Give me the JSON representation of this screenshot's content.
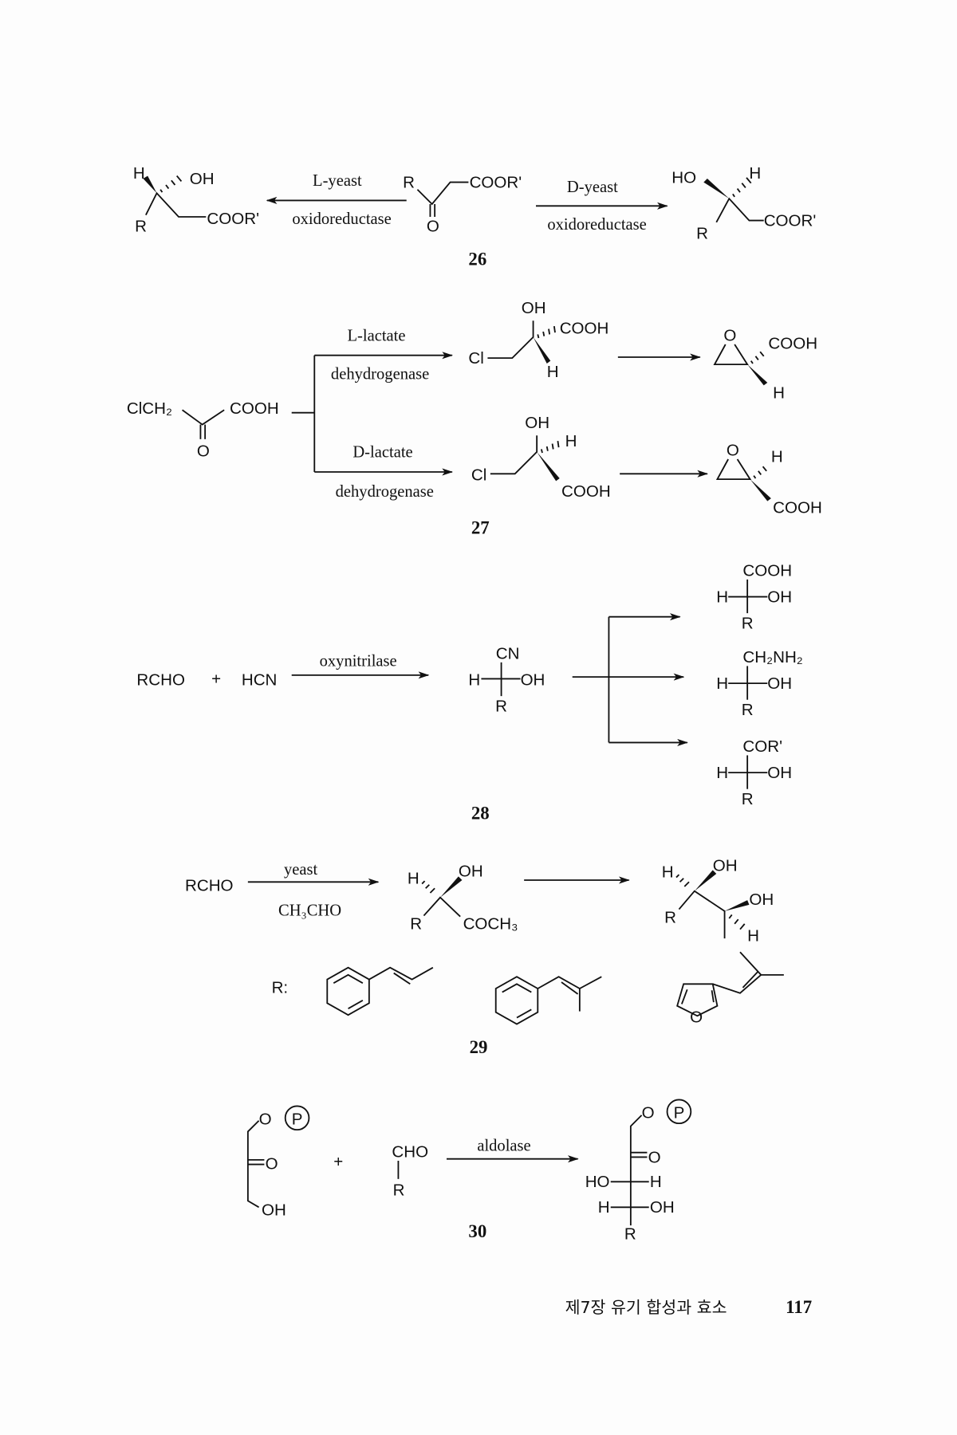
{
  "scheme26": {
    "left_product": {
      "h": "H",
      "oh": "OH",
      "r": "R",
      "coor": "COOR'"
    },
    "left_arrow": {
      "top": "L-yeast",
      "bottom": "oxidoreductase"
    },
    "substrate": {
      "r": "R",
      "coor": "COOR'",
      "o": "O"
    },
    "right_arrow": {
      "top": "D-yeast",
      "bottom": "oxidoreductase"
    },
    "right_product": {
      "ho": "HO",
      "h": "H",
      "r": "R",
      "coor": "COOR'"
    },
    "number": "26"
  },
  "scheme27": {
    "substrate": {
      "clch2": "ClCH₂",
      "cooh": "COOH",
      "o": "O"
    },
    "upper_arrow": {
      "top": "L-lactate",
      "bottom": "dehydrogenase"
    },
    "lower_arrow": {
      "top": "D-lactate",
      "bottom": "dehydrogenase"
    },
    "upper_product": {
      "cl": "Cl",
      "oh": "OH",
      "cooh": "COOH",
      "h": "H"
    },
    "lower_product": {
      "cl": "Cl",
      "oh": "OH",
      "h": "H",
      "cooh": "COOH"
    },
    "upper_epoxide": {
      "o": "O",
      "cooh": "COOH",
      "h": "H"
    },
    "lower_epoxide": {
      "o": "O",
      "h": "H",
      "cooh": "COOH"
    },
    "number": "27"
  },
  "scheme28": {
    "reactant1": "RCHO",
    "plus": "+",
    "reactant2": "HCN",
    "arrow": "oxynitrilase",
    "cyanohydrin": {
      "top": "CN",
      "left": "H",
      "right": "OH",
      "bottom": "R"
    },
    "products": [
      {
        "top": "COOH",
        "left": "H",
        "right": "OH",
        "bottom": "R"
      },
      {
        "top": "CH₂NH₂",
        "left": "H",
        "right": "OH",
        "bottom": "R"
      },
      {
        "top": "COR'",
        "left": "H",
        "right": "OH",
        "bottom": "R"
      }
    ],
    "number": "28"
  },
  "scheme29": {
    "reactant": "RCHO",
    "arrow": {
      "top": "yeast",
      "bottom": "CH₃CHO"
    },
    "product1": {
      "h": "H",
      "oh": "OH",
      "r": "R",
      "coch3": "COCH₃"
    },
    "product2": {
      "h1": "H",
      "oh1": "OH",
      "oh2": "OH",
      "r": "R",
      "h2": "H"
    },
    "r_label": "R:",
    "r_groups": {
      "furan_o": "O"
    },
    "number": "29"
  },
  "scheme30": {
    "dhap": {
      "o": "O",
      "p": "P",
      "carbonyl_o": "O",
      "oh": "OH"
    },
    "plus": "+",
    "aldehyde": {
      "cho": "CHO",
      "r": "R"
    },
    "arrow": "aldolase",
    "product": {
      "o": "O",
      "p": "P",
      "carbonyl_o": "O",
      "ho": "HO",
      "h1": "H",
      "h2": "H",
      "oh": "OH",
      "r": "R"
    },
    "number": "30"
  },
  "footer": {
    "chapter": "제7장  유기 합성과 효소",
    "page_number": "117"
  }
}
